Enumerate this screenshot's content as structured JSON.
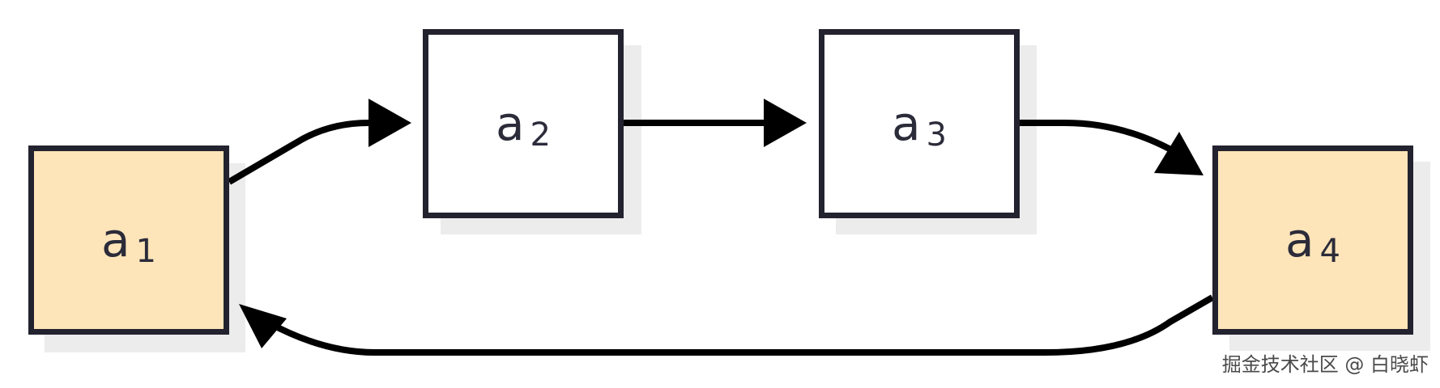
{
  "diagram": {
    "nodes": [
      {
        "id": "a1",
        "base": "a",
        "subscript": "1",
        "fill": "#fde5b9"
      },
      {
        "id": "a2",
        "base": "a",
        "subscript": "2",
        "fill": "#ffffff"
      },
      {
        "id": "a3",
        "base": "a",
        "subscript": "3",
        "fill": "#ffffff"
      },
      {
        "id": "a4",
        "base": "a",
        "subscript": "4",
        "fill": "#fde5b9"
      }
    ],
    "edges": [
      {
        "from": "a1",
        "to": "a2"
      },
      {
        "from": "a2",
        "to": "a3"
      },
      {
        "from": "a3",
        "to": "a4"
      },
      {
        "from": "a4",
        "to": "a1"
      }
    ],
    "colors": {
      "stroke": "#23222f",
      "arrow": "#000000",
      "highlight_fill": "#fde5b9",
      "default_fill": "#ffffff"
    }
  },
  "watermark": {
    "text": "掘金技术社区 @ 白晓虾"
  }
}
